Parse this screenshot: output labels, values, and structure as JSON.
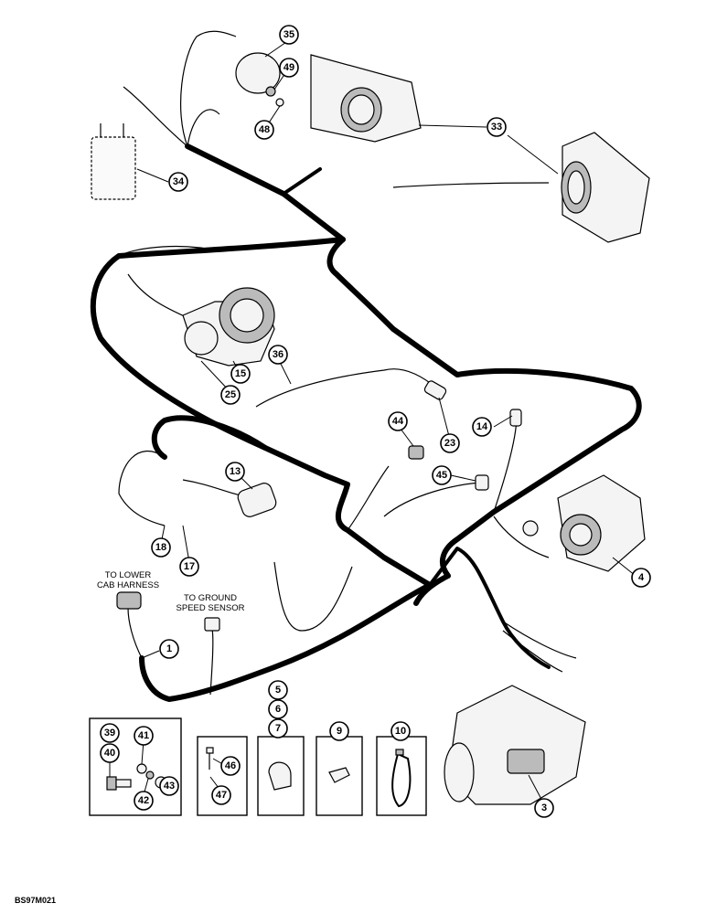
{
  "figure_id": "BS97M021",
  "labels": {
    "lower_cab_line1": "TO LOWER",
    "lower_cab_line2": "CAB HARNESS",
    "ground_speed_line1": "TO GROUND",
    "ground_speed_line2": "SPEED SENSOR"
  },
  "callouts": {
    "c1": "1",
    "c3": "3",
    "c4": "4",
    "c5": "5",
    "c6": "6",
    "c7": "7",
    "c9": "9",
    "c10": "10",
    "c13": "13",
    "c14": "14",
    "c15": "15",
    "c17": "17",
    "c18": "18",
    "c23": "23",
    "c25": "25",
    "c33": "33",
    "c34": "34",
    "c35": "35",
    "c36": "36",
    "c39": "39",
    "c40": "40",
    "c41": "41",
    "c42": "42",
    "c43": "43",
    "c44": "44",
    "c45": "45",
    "c46": "46",
    "c47": "47",
    "c48": "48",
    "c49": "49"
  }
}
